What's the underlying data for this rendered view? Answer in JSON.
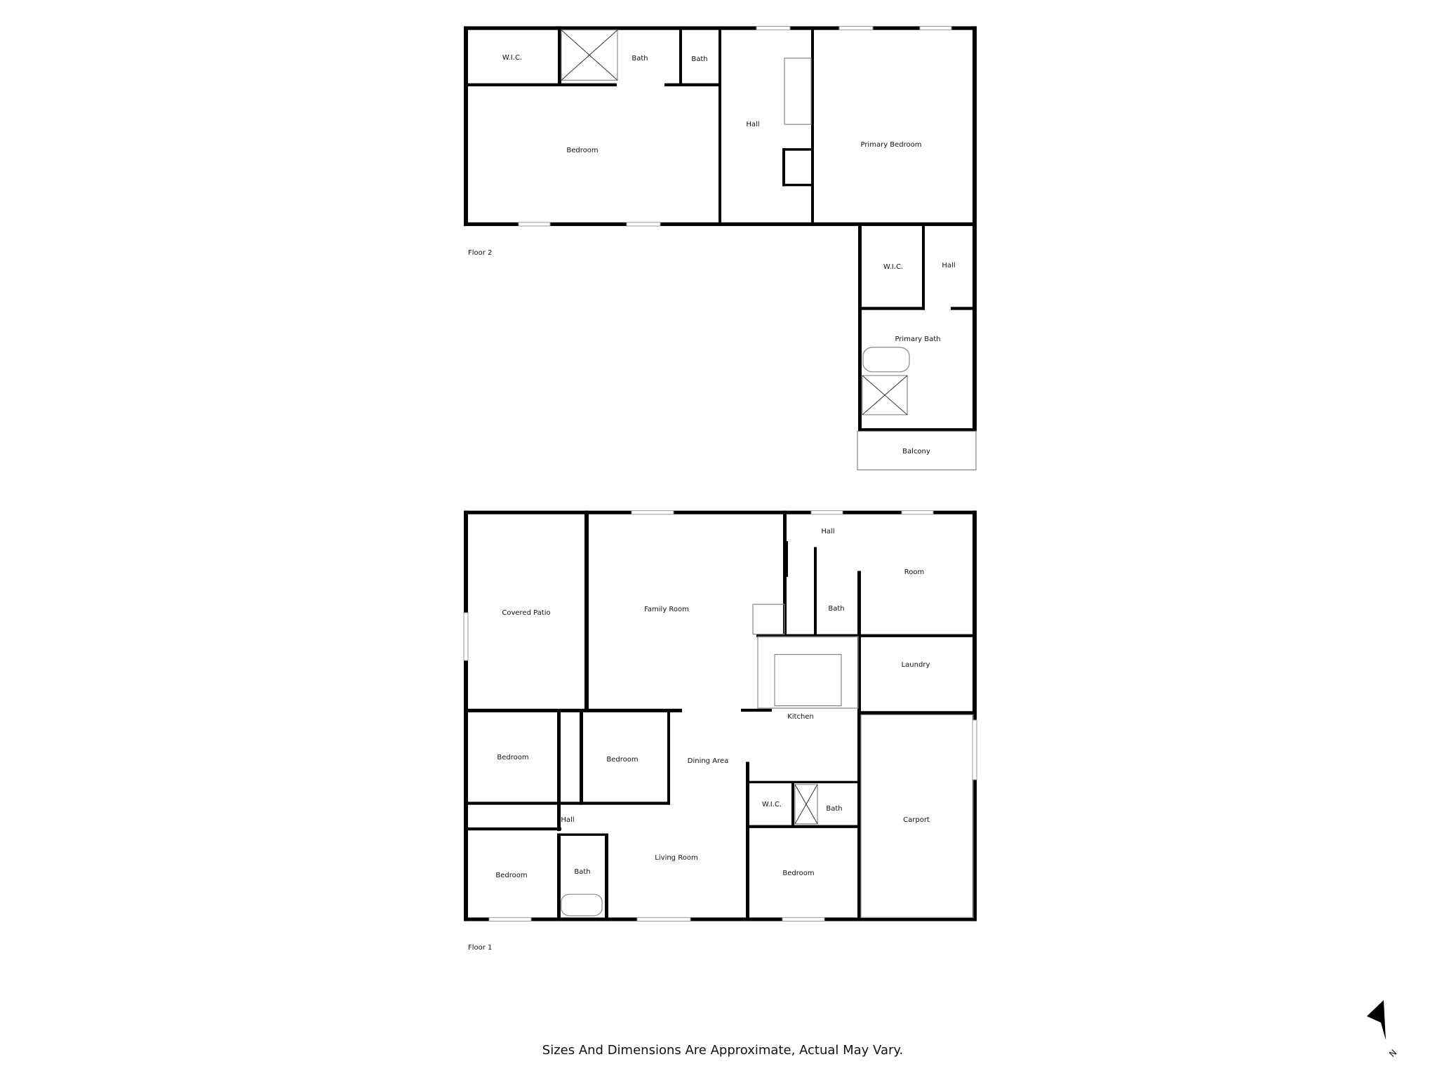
{
  "floor2": {
    "name": "Floor 2",
    "rooms": {
      "wic1": "W.I.C.",
      "bath1": "Bath",
      "bath2": "Bath",
      "hall1": "Hall",
      "bedroom": "Bedroom",
      "primary_bedroom": "Primary Bedroom",
      "wic2": "W.I.C.",
      "hall2": "Hall",
      "primary_bath": "Primary Bath",
      "balcony": "Balcony"
    }
  },
  "floor1": {
    "name": "Floor 1",
    "rooms": {
      "covered_patio": "Covered Patio",
      "family_room": "Family Room",
      "hall_top": "Hall",
      "room": "Room",
      "bath_top": "Bath",
      "laundry": "Laundry",
      "kitchen": "Kitchen",
      "bedroom_a": "Bedroom",
      "bedroom_b": "Bedroom",
      "dining_area": "Dining Area",
      "wic": "W.I.C.",
      "bath_right": "Bath",
      "hall_mid": "Hall",
      "carport": "Carport",
      "bedroom_c": "Bedroom",
      "bath_left": "Bath",
      "living_room": "Living Room",
      "bedroom_d": "Bedroom"
    }
  },
  "footer": "Sizes And Dimensions Are Approximate, Actual May Vary.",
  "compass": {
    "label": "N",
    "icon": "north-arrow-icon"
  }
}
